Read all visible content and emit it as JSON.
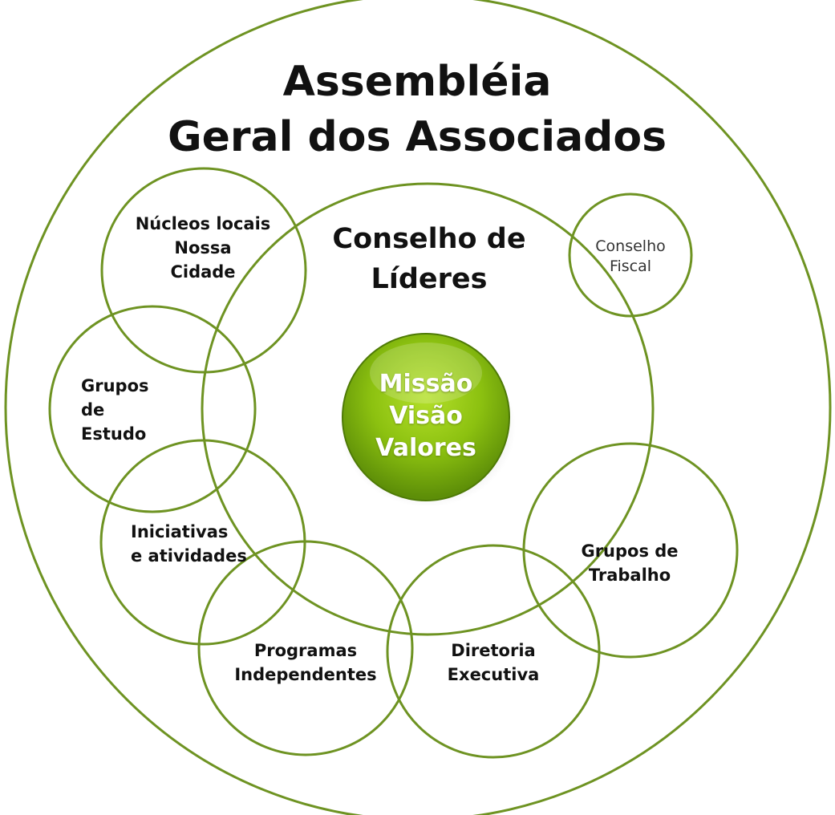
{
  "title": {
    "line1": "Assembléia",
    "line2": "Geral dos Associados"
  },
  "conselho_lideres": {
    "line1": "Conselho de",
    "line2": "Líderes"
  },
  "conselho_fiscal": {
    "line1": "Conselho",
    "line2": "Fiscal"
  },
  "nucleos": {
    "line1": "Núcleos locais",
    "line2": "Nossa",
    "line3": "Cidade"
  },
  "grupos_estudo": {
    "line1": "Grupos",
    "line2": "de",
    "line3": "Estudo"
  },
  "iniciativas": {
    "line1": "Iniciativas",
    "line2": "e atividades"
  },
  "programas": {
    "line1": "Programas",
    "line2": "Independentes"
  },
  "diretoria": {
    "line1": "Diretoria",
    "line2": "Executiva"
  },
  "grupos_trabalho": {
    "line1": "Grupos de",
    "line2": "Trabalho"
  },
  "core": {
    "line1": "Missão",
    "line2": "Visão",
    "line3": "Valores"
  },
  "colors": {
    "ring_stroke": "#6e9322",
    "core_fill": "#8cc110",
    "core_text": "#ffffff",
    "text": "#111111"
  }
}
